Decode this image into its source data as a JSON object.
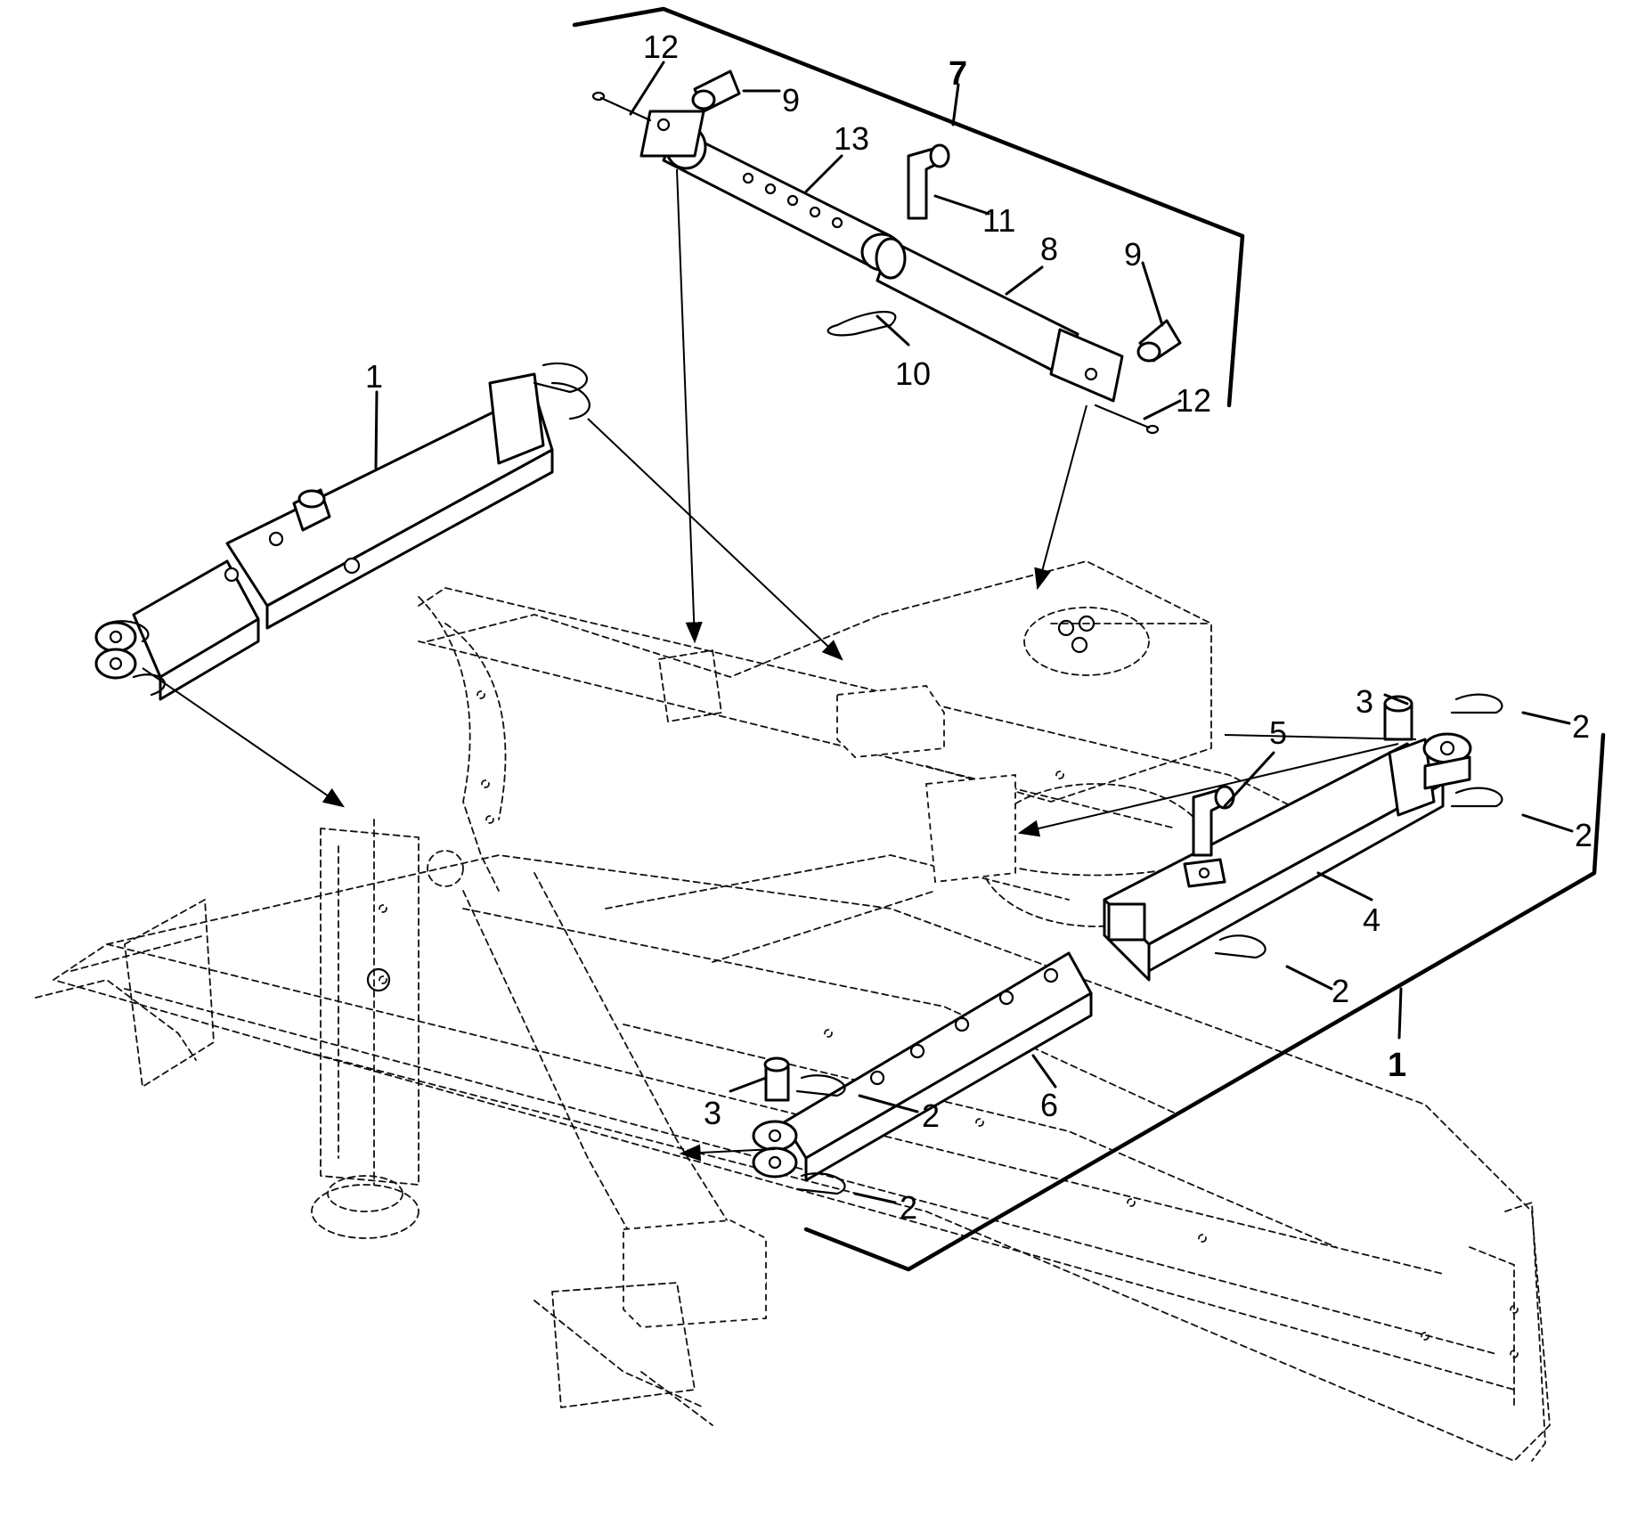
{
  "callouts": {
    "c1_left": "1",
    "c1_right": "1",
    "c2_a": "2",
    "c2_b": "2",
    "c2_c": "2",
    "c2_d": "2",
    "c2_e": "2",
    "c3_right": "3",
    "c3_left": "3",
    "c4": "4",
    "c5": "5",
    "c6": "6",
    "c7": "7",
    "c8": "8",
    "c9_left": "9",
    "c9_right": "9",
    "c10": "10",
    "c11": "11",
    "c12_left": "12",
    "c12_right": "12",
    "c13": "13"
  }
}
